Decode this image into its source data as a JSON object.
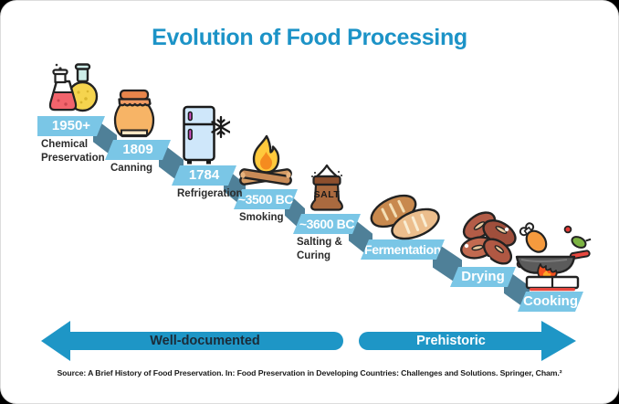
{
  "title": "Evolution of Food Processing",
  "steps": [
    {
      "band": "1950+",
      "label": "Chemical Preservation",
      "icon": "chemistry-flasks"
    },
    {
      "band": "1809",
      "label": "Canning",
      "icon": "preserve-jar"
    },
    {
      "band": "1784",
      "label": "Refrigeration",
      "icon": "refrigerator"
    },
    {
      "band": "~3500 BC",
      "label": "Smoking",
      "icon": "campfire"
    },
    {
      "band": "~3600 BC",
      "label": "Salting & Curing",
      "icon": "salt-bag"
    },
    {
      "band": "Fermentation",
      "label": "",
      "icon": "bread-loaves"
    },
    {
      "band": "Drying",
      "label": "",
      "icon": "dried-fruits"
    },
    {
      "band": "Cooking",
      "label": "",
      "icon": "pan-over-fire"
    }
  ],
  "salt_bag_text": "SALT",
  "timeline": {
    "left_arrow_label": "Well-documented",
    "right_arrow_label": "Prehistoric"
  },
  "source": "Source: A Brief History of Food Preservation. In: Food Preservation in Developing Countries: Challenges and Solutions. Springer, Cham.²",
  "colors": {
    "band": "#7AC6E6",
    "connector": "#4F8098",
    "arrow": "#1E96C6",
    "title": "#1C93C7",
    "background": "#FFFFFF"
  }
}
